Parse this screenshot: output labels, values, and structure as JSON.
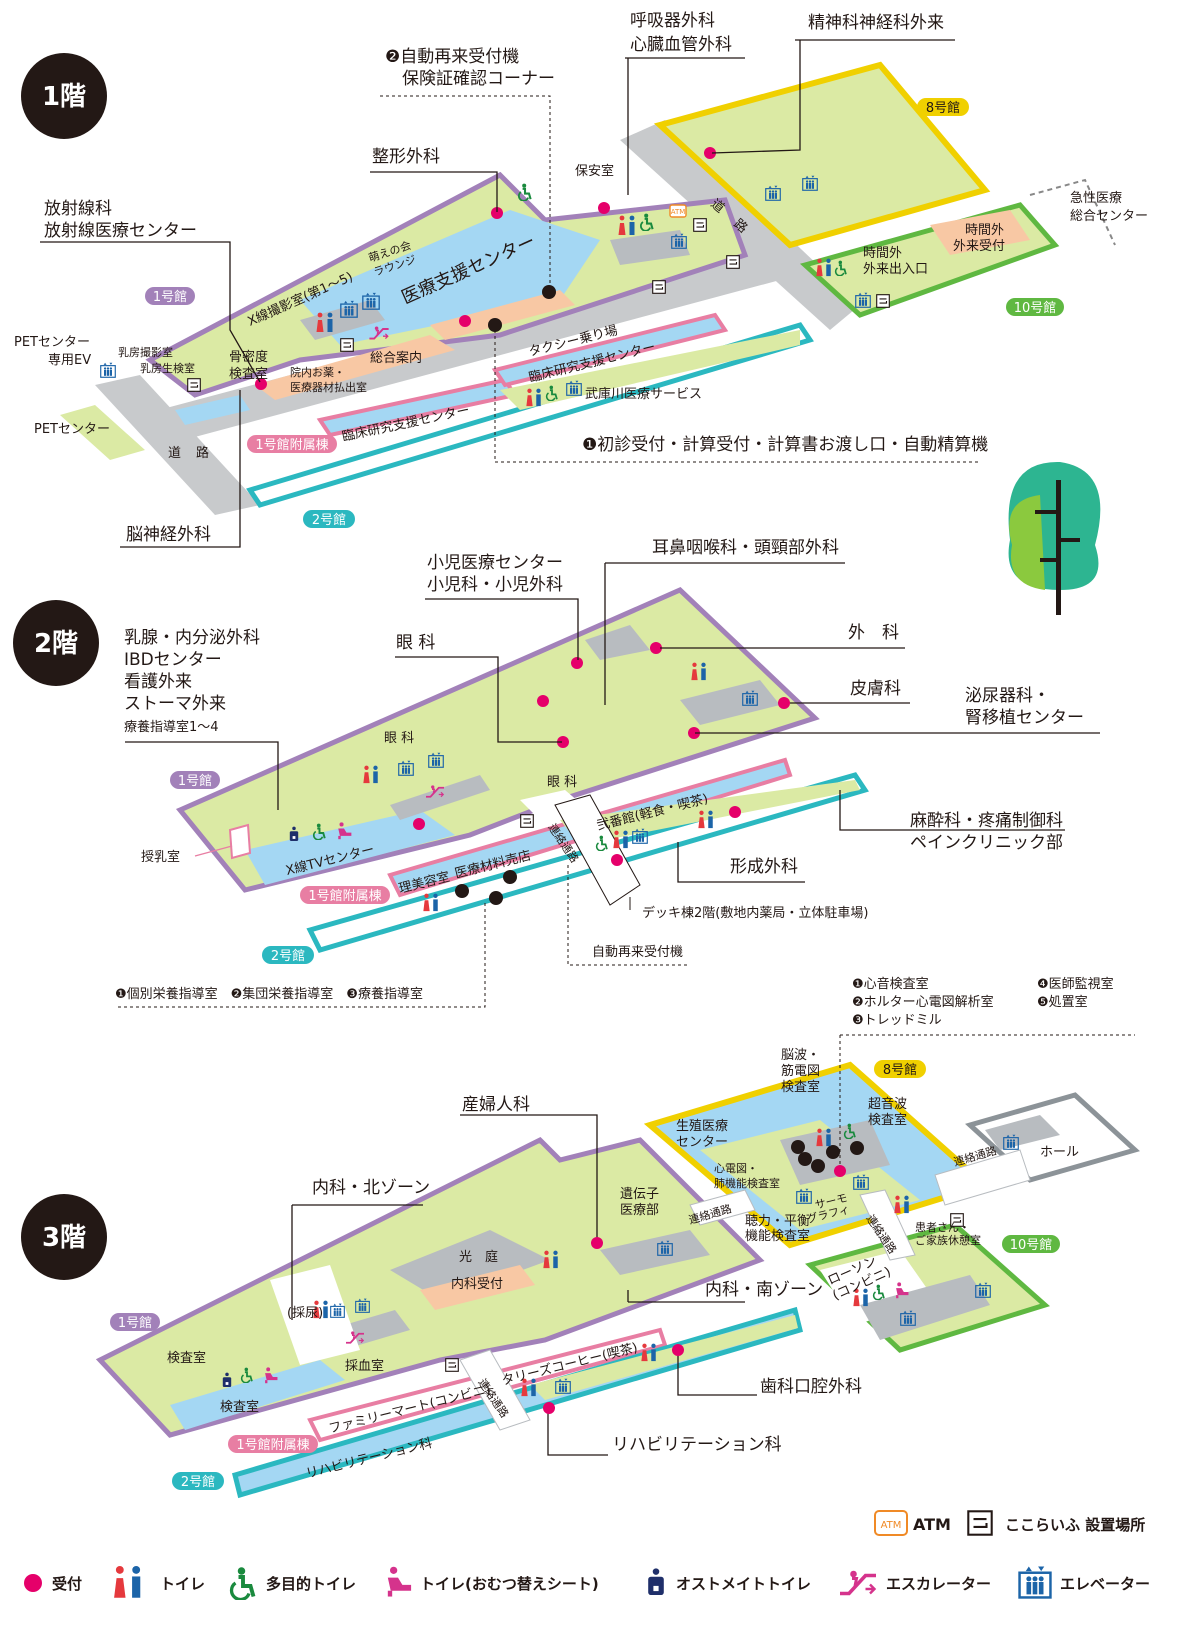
{
  "floors": {
    "f1": {
      "badge": "1階",
      "callouts": {
        "respiratory": "呼吸器外科",
        "cardio": "心臓血管外科",
        "psych": "精神科神経科外来",
        "auto_reception_1": "❷自動再来受付機",
        "auto_reception_2": "保険証確認コーナー",
        "ortho": "整形外科",
        "radiology_1": "放射線科",
        "radiology_2": "放射線医療センター",
        "first_visit": "❶初診受付・計算受付・計算書お渡し口・自動精算機",
        "neurosurgery": "脳神経外科",
        "emergency_1": "急性医療",
        "emergency_2": "総合センター"
      },
      "rooms": {
        "security": "保安室",
        "road_1": "道",
        "road_2": "路",
        "road_3": "道",
        "road_4": "路",
        "moeno_1": "萌えの会",
        "moeno_2": "ラウンジ",
        "xray": "X線撮影室(第1～5)",
        "support_center": "医療支援センター",
        "taxi": "タクシー乗り場",
        "general_info": "総合案内",
        "bone_1": "骨密度",
        "bone_2": "検査室",
        "pharmacy_1": "院内お薬・",
        "pharmacy_2": "医療器材払出室",
        "mammo_1": "乳房撮影室",
        "mammo_2": "乳房生検室",
        "pet_ev_1": "PETセンター",
        "pet_ev_2": "専用EV",
        "pet": "PETセンター",
        "clinical_research": "臨床研究支援センター",
        "clinical_research_annex": "臨床研究支援センター",
        "mukogawa": "武庫川医療サービス",
        "after_hours_entrance_1": "時間外",
        "after_hours_entrance_2": "外来出入口",
        "after_hours_reception_1": "時間外",
        "after_hours_reception_2": "外来受付"
      },
      "buildings": {
        "b1": "1号館",
        "b1_annex": "1号館附属棟",
        "b2": "2号館",
        "b8": "8号館",
        "b10": "10号館"
      }
    },
    "f2": {
      "badge": "2階",
      "callouts": {
        "pediatric_1": "小児医療センター",
        "pediatric_2": "小児科・小児外科",
        "ent": "耳鼻咽喉科・頭頸部外科",
        "surgery": "外　科",
        "derma": "皮膚科",
        "urology_1": "泌尿器科・",
        "urology_2": "腎移植センター",
        "ophthalmology": "眼 科",
        "breast_1": "乳腺・内分泌外科",
        "breast_2": "IBDセンター",
        "breast_3": "看護外来",
        "breast_4": "ストーマ外来",
        "breast_5": "療養指導室1～4",
        "nursing_room": "授乳室",
        "anesthesia_1": "麻酔科・疼痛制御科",
        "anesthesia_2": "ペインクリニック部",
        "plastic": "形成外科",
        "deck": "デッキ棟2階(敷地内薬局・立体駐車場)",
        "auto_reception": "自動再来受付機",
        "nutrition": "❶個別栄養指導室　❷集団栄養指導室　❸療養指導室"
      },
      "rooms": {
        "eye_1": "眼 科",
        "eye_2": "眼 科",
        "xray_tv": "X線TVセンター",
        "nibankan": "弐番館(軽食・喫茶)",
        "barber": "理美容室",
        "shop": "医療材料売店",
        "corridor": "連絡通路"
      },
      "buildings": {
        "b1": "1号館",
        "b1_annex": "1号館附属棟",
        "b2": "2号館"
      }
    },
    "f3": {
      "badge": "3階",
      "callouts": {
        "heart_tests": "❶心音検査室",
        "holter": "❷ホルター心電図解析室",
        "treadmill": "❸トレッドミル",
        "monitor": "❹医師監視室",
        "treatment": "❺処置室",
        "eeg_1": "脳波・",
        "eeg_2": "筋電図",
        "eeg_3": "検査室",
        "ultrasound_1": "超音波",
        "ultrasound_2": "検査室",
        "obgyn": "産婦人科",
        "internal_north": "内科・北ゾーン",
        "internal_south": "内科・南ゾーン",
        "dental": "歯科口腔外科",
        "rehab": "リハビリテーション科",
        "hall": "ホール"
      },
      "rooms": {
        "reproductive_1": "生殖医療",
        "reproductive_2": "センター",
        "ecg_1": "心電図・",
        "ecg_2": "肺機能検査室",
        "thermo_1": "サーモ",
        "thermo_2": "グラフィ",
        "hearing_1": "聴力・平衡",
        "hearing_2": "機能検査室",
        "genetic_1": "遺伝子",
        "genetic_2": "医療部",
        "courtyard": "光　庭",
        "internal_reception": "内科受付",
        "urine": "(採尿)",
        "blood": "採血室",
        "exam_1": "検査室",
        "exam_2": "検査室",
        "tullys": "タリーズコーヒー(喫茶)",
        "familymart": "ファミリーマート(コンビニ)",
        "rehab_room": "リハビリテーション科",
        "lawson_1": "ローソン",
        "lawson_2": "(コンビニ)",
        "family_lounge_1": "患者さん・",
        "family_lounge_2": "ご家族休憩室",
        "corridor_1": "連絡通路",
        "corridor_2": "連絡通路",
        "corridor_3": "連絡通路",
        "corridor_4": "連絡通路"
      },
      "buildings": {
        "b1": "1号館",
        "b1_annex": "1号館附属棟",
        "b2": "2号館",
        "b8": "8号館",
        "b10": "10号館"
      }
    }
  },
  "legend": {
    "atm": "ATM",
    "atm_icon": "ATM",
    "kokoraifu": "ここらいふ 設置場所",
    "reception": "受付",
    "toilet": "トイレ",
    "multi_toilet": "多目的トイレ",
    "diaper_toilet": "トイレ(おむつ替えシート)",
    "ostomate": "オストメイトトイレ",
    "escalator": "エスカレーター",
    "elevator": "エレベーター"
  },
  "colors": {
    "green_area": "#dbeaa4",
    "blue_area": "#a4d7f3",
    "gray_area": "#b8bcc0",
    "orange_area": "#f8c8a4",
    "b1_purple": "#a281b9",
    "b1_annex_pink": "#e87ea3",
    "b2_cyan": "#2bb8c0",
    "b8_yellow": "#f0d000",
    "b10_green": "#5fb841",
    "reception_dot": "#e5006a",
    "toilet_red": "#e5393d",
    "toilet_blue": "#1c64a8",
    "accessible_green": "#1a8a3e",
    "escalator_pink": "#d5338c",
    "atm_orange": "#f08a26",
    "road_gray": "#c8cacc"
  }
}
